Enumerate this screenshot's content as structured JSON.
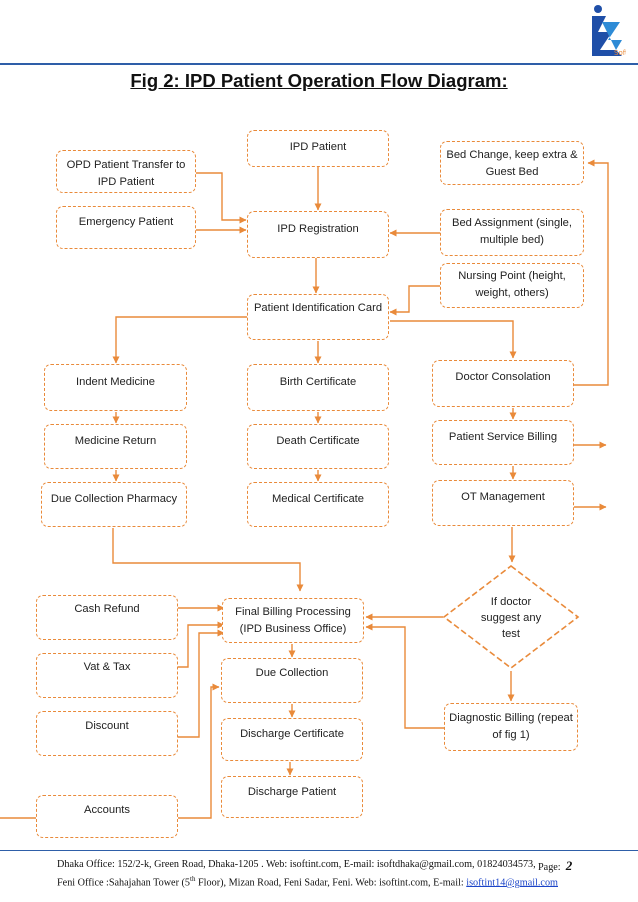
{
  "title": "Fig 2: IPD Patient Operation Flow Diagram:",
  "logo": {
    "icon": "isoft-logo",
    "text": "Soft"
  },
  "nodes": {
    "ipd_patient": "IPD Patient",
    "opd_transfer": "OPD Patient Transfer to IPD Patient",
    "emergency": "Emergency Patient",
    "ipd_registration": "IPD Registration",
    "bed_change": "Bed Change, keep extra & Guest Bed",
    "bed_assignment": "Bed Assignment (single, multiple bed)",
    "nursing_point": "Nursing Point (height, weight, others)",
    "patient_id_card": "Patient Identification Card",
    "indent_medicine": "Indent Medicine",
    "birth_certificate": "Birth Certificate",
    "doctor_consolation": "Doctor Consolation",
    "medicine_return": "Medicine Return",
    "death_certificate": "Death Certificate",
    "patient_service_billing": "Patient Service Billing",
    "due_collection_pharmacy": "Due Collection Pharmacy",
    "medical_certificate": "Medical Certificate",
    "ot_management": "OT Management",
    "if_doctor": "If doctor suggest any test",
    "cash_refund": "Cash Refund",
    "final_billing": "Final Billing Processing (IPD Business Office)",
    "vat_tax": "Vat & Tax",
    "due_collection": "Due Collection",
    "discount": "Discount",
    "discharge_certificate": "Discharge Certificate",
    "diagnostic_billing": "Diagnostic Billing (repeat of fig 1)",
    "discharge_patient": "Discharge Patient",
    "accounts": "Accounts"
  },
  "colors": {
    "connector": "#e98a3a",
    "rule": "#2e5ea8"
  },
  "footer": {
    "line1": "Dhaka Office: 152/2-k, Green Road, Dhaka-1205 . Web: isoftint.com, E-mail: isoftdhaka@gmail.com, 01824034573,",
    "line2_a": "Feni  Office :Sahajahan Tower (5",
    "line2_sup": "th",
    "line2_b": " Floor), Mizan Road, Feni Sadar, Feni. Web: isoftint.com, E-mail: ",
    "line2_link": "isoftint14@gmail.com",
    "page_label": "Page:",
    "page_number": "2"
  }
}
